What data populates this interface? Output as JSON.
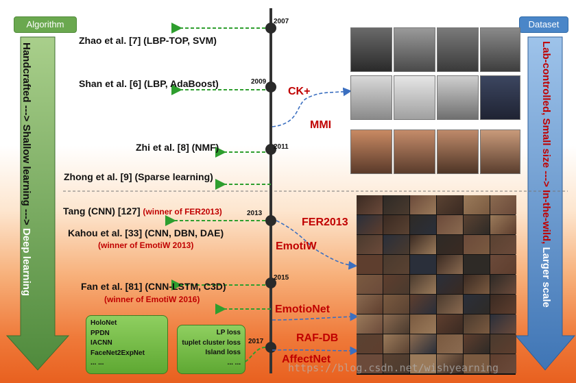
{
  "tags": {
    "algorithm": "Algorithm",
    "dataset": "Dataset"
  },
  "left_arrow": {
    "part1": "Handcrafted ---> Shallow learning",
    "part2": " ---> ",
    "part3": "Deep learning"
  },
  "right_arrow": {
    "part1": "Lab-controlled, Small size ---> In-the-wild, ",
    "part2": "Larger scale"
  },
  "years": [
    "2007",
    "2009",
    "2011",
    "2013",
    "2015",
    "2017"
  ],
  "methods": {
    "zhao": "Zhao et al. [7] (LBP-TOP, SVM)",
    "shan": "Shan et al. [6] (LBP, AdaBoost)",
    "zhi": "Zhi et al. [8] (NMF)",
    "zhong": "Zhong et al. [9] (Sparse learning)",
    "tang": "Tang (CNN) [127]",
    "tang_note": "(winner of FER2013)",
    "kahou": "Kahou et al. [33] (CNN, DBN, DAE)",
    "kahou_note": "(winner of EmotiW 2013)",
    "fan": "Fan et al. [81] (CNN-LSTM, C3D)",
    "fan_note": "(winner of EmotiW 2016)"
  },
  "boxes": {
    "left": [
      "HoloNet",
      "PPDN",
      "IACNN",
      "FaceNet2ExpNet",
      "... ..."
    ],
    "right": [
      "LP loss",
      "tuplet cluster loss",
      "Island loss",
      "... ..."
    ]
  },
  "datasets": [
    "CK+",
    "MMI",
    "FER2013",
    "EmotiW",
    "EmotioNet",
    "RAF-DB",
    "AffectNet"
  ],
  "watermark": "https://blog.csdn.net/wishyearning",
  "colors": {
    "green_arrow": "#2e9e2e",
    "blue_arrow": "#3b6fc0",
    "dataset_red": "#c00000",
    "timeline": "#333333"
  }
}
